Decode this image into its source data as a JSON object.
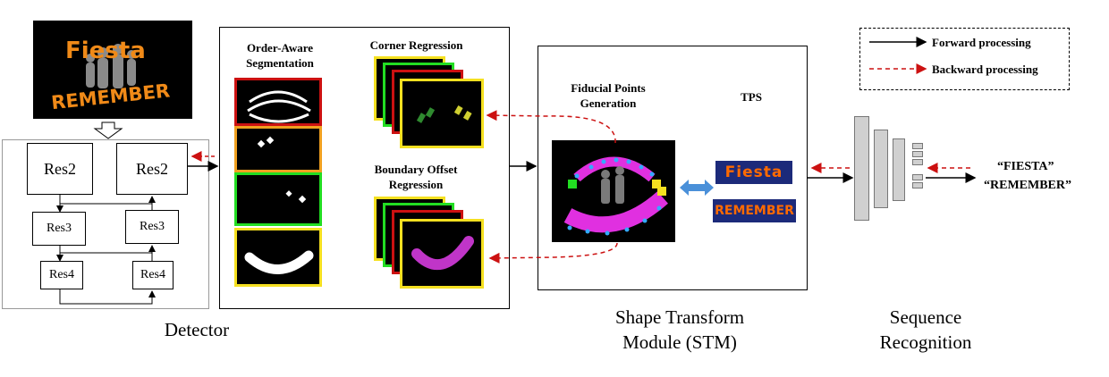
{
  "detector": {
    "input_image": {
      "line1": "Fiesta",
      "line2": "REMEMBER"
    },
    "backbone": {
      "left": [
        "Res2",
        "Res3",
        "Res4"
      ],
      "right": [
        "Res2",
        "Res3",
        "Res4"
      ]
    },
    "caption": "Detector",
    "segmentation_title": "Order-Aware Segmentation",
    "corner_title": "Corner Regression",
    "boundary_title": "Boundary Offset Regression"
  },
  "stm": {
    "fiducial_title": "Fiducial Points Generation",
    "tps_title": "TPS",
    "rectified": [
      "Fiesta",
      "REMEMBER"
    ],
    "caption_line1": "Shape Transform",
    "caption_line2": "Module (STM)"
  },
  "recognition": {
    "caption_line1": "Sequence",
    "caption_line2": "Recognition",
    "outputs": [
      "“FIESTA”",
      "“REMEMBER”"
    ]
  },
  "legend": {
    "forward": "Forward processing",
    "backward": "Backward processing"
  },
  "colors": {
    "red": "#cc1111",
    "orange": "#f0a020",
    "green": "#22dd22",
    "yellow": "#f5e020",
    "magenta": "#e030e0",
    "blue_arrow": "#4a90d9",
    "tps_text": "#ff6a00"
  }
}
